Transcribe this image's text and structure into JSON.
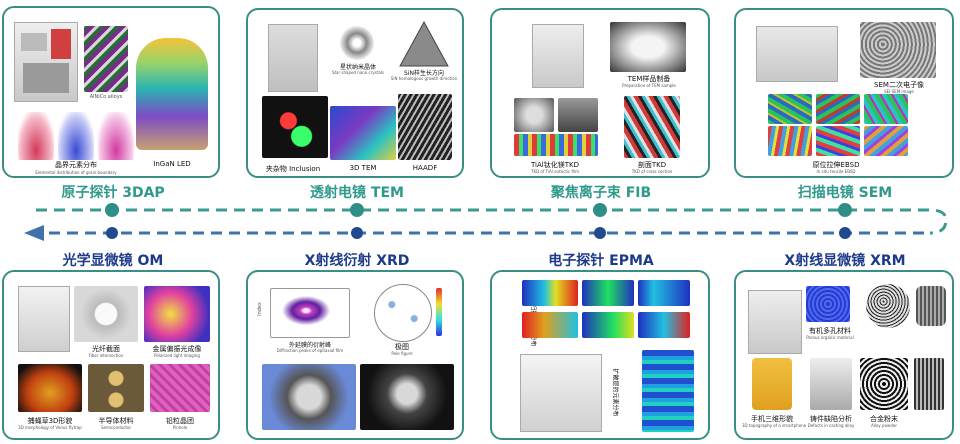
{
  "sections": {
    "dap": {
      "title": "原子探针 3DAP",
      "labels": {
        "alnico": "AlNiCo alloys",
        "elements": "晶界元素分布",
        "elements_sub": "Elemental distribution of grain boundary",
        "ledlabel": "InGaN LED"
      }
    },
    "tem": {
      "title": "透射电镜 TEM",
      "labels": {
        "nanocrystal": "星状纳米晶体",
        "nanocrystal_sub": "Star shaped nano crystals",
        "sige": "SiN样生长方向",
        "sige_sub": "SiN homologous growth direction",
        "inclusion": "夹杂物  Inclusion",
        "tem3d": "3D TEM",
        "haadf": "HAADF"
      }
    },
    "fib": {
      "title": "聚焦离子束 FIB",
      "labels": {
        "prep": "TEM样品制备",
        "prep_sub": "Preparation of TEM sample",
        "tki": "TiAl钛化镁TKD",
        "tki_sub": "TKD of TiAl eutectic film",
        "tkd": "剖面TKD",
        "tkd_sub": "TKD of cross section"
      }
    },
    "sem": {
      "title": "扫描电镜 SEM",
      "labels": {
        "secondary": "SEM二次电子像",
        "secondary_sub": "SEI SEM image",
        "ebsd": "原位拉伸EBSD",
        "ebsd_sub": "In situ tensile EBSD"
      }
    },
    "om": {
      "title": "光学显微镜 OM",
      "labels": {
        "fiber": "光纤截面",
        "fiber_sub": "Fiber intersection",
        "polar": "金属偏振光成像",
        "polar_sub": "Polarized light imaging",
        "plant": "捕蝇草3D形貌",
        "plant_sub": "3D morphology of Venus flytrap",
        "semi": "半导体材料",
        "semi_sub": "Semiconductor",
        "needle": "铅粒晶团",
        "needle_sub": "Pinhole"
      }
    },
    "xrd": {
      "title": "X射线衍射 XRD",
      "labels": {
        "peak": "外延膜的衍射峰",
        "peak_sub": "Diffraction peaks of epitaxial film",
        "pole": "极图",
        "pole_sub": "Pole figure",
        "axis": "Index"
      }
    },
    "epma": {
      "title": "电子探针 EPMA",
      "labels": {
        "face": "面扫描的元素分布",
        "line": "扩散层的元素分布"
      }
    },
    "xrm": {
      "title": "X射线显微镜 XRM",
      "labels": {
        "organic": "有机多孔材料",
        "organic_sub": "Porous organic material",
        "phone": "手机三维形貌",
        "phone_sub": "3D topography of a smartphone",
        "defect": "铸件缺陷分析",
        "defect_sub": "Defects in casting alloy",
        "powder": "合金粉末",
        "powder_sub": "Alloy powder"
      }
    }
  },
  "colors": {
    "border": "#3a8e86",
    "top_title": "#2f9a8c",
    "bottom_title": "#1e3a8a",
    "flow_top": "#3b9a92",
    "flow_bottom": "#3f72a8",
    "node_top": "#2f8f88",
    "node_bottom": "#1f4a8f"
  }
}
